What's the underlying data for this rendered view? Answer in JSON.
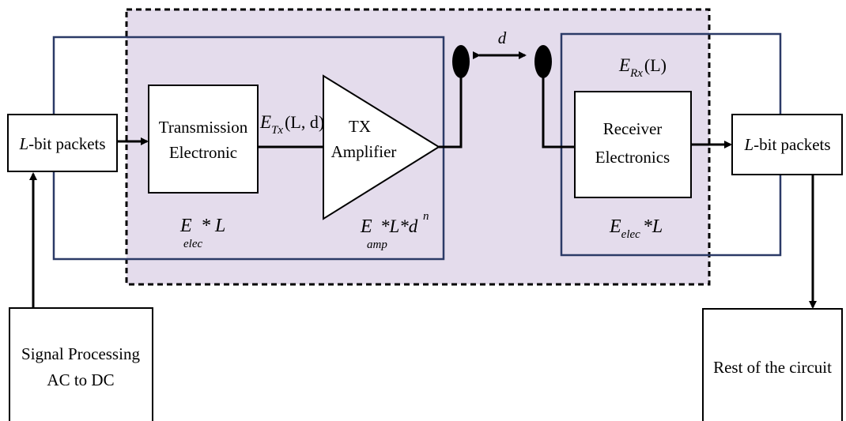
{
  "colors": {
    "region_fill": "#e4dcec",
    "outline_blue": "#2b3a67",
    "stroke_black": "#000000"
  },
  "left_packets": {
    "var": "L",
    "text": "-bit packets"
  },
  "right_packets": {
    "var": "L",
    "text": "-bit packets"
  },
  "transmission": {
    "line1": "Transmission",
    "line2": "Electronic"
  },
  "amplifier": {
    "line1": "TX",
    "line2": "Amplifier"
  },
  "receiver": {
    "line1": "Receiver",
    "line2": "Electronics"
  },
  "signal_processing": {
    "line1": "Signal Processing",
    "line2": "AC to DC"
  },
  "rest_circuit": {
    "text": "Rest of the circuit"
  },
  "distance_label": "d",
  "tx_energy": {
    "E": "E",
    "sub": "Tx",
    "args": "(L, d)"
  },
  "rx_energy": {
    "E": "E",
    "sub": "Rx",
    "args": "(L)"
  },
  "elec_tx": {
    "E": "E",
    "star": "* L",
    "sub": "elec"
  },
  "amp_formula": {
    "E": "E",
    "mid": "*L*d",
    "sup": "n",
    "sub": "amp"
  },
  "elec_rx": {
    "E": "E",
    "sub": "elec",
    "tail": "*L"
  }
}
